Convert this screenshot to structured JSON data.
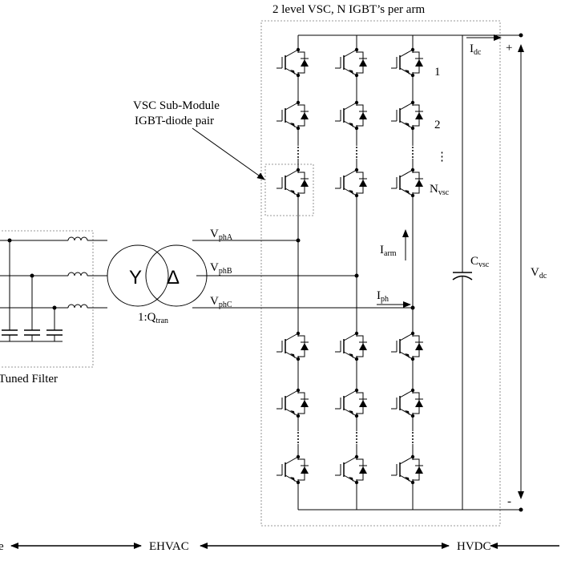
{
  "title": "2 level VSC, N IGBT’s per arm",
  "submodule_label": [
    "VSC Sub-Module",
    "IGBT-diode pair"
  ],
  "transformer": {
    "primary_symbol": "Y",
    "secondary_symbol": "Δ",
    "ratio": {
      "base": "1:Q",
      "sub": "tran"
    }
  },
  "phase_labels": [
    {
      "base": "V",
      "sub": "phA"
    },
    {
      "base": "V",
      "sub": "phB"
    },
    {
      "base": "V",
      "sub": "phC"
    }
  ],
  "currents": {
    "dc": {
      "base": "I",
      "sub": "dc"
    },
    "arm": {
      "base": "I",
      "sub": "arm"
    },
    "ph": {
      "base": "I",
      "sub": "ph"
    }
  },
  "capacitor": {
    "base": "C",
    "sub": "vsc"
  },
  "dc_voltage": {
    "base": "V",
    "sub": "dc"
  },
  "polarity": {
    "plus": "+",
    "minus": "-"
  },
  "module_numbers": [
    "1",
    "2",
    "⋮"
  ],
  "n_label": {
    "base": "N",
    "sub": "vsc"
  },
  "filter_label": "Tuned Filter",
  "regions": {
    "left": "e",
    "middle": "EHVAC",
    "right": "HVDC"
  }
}
